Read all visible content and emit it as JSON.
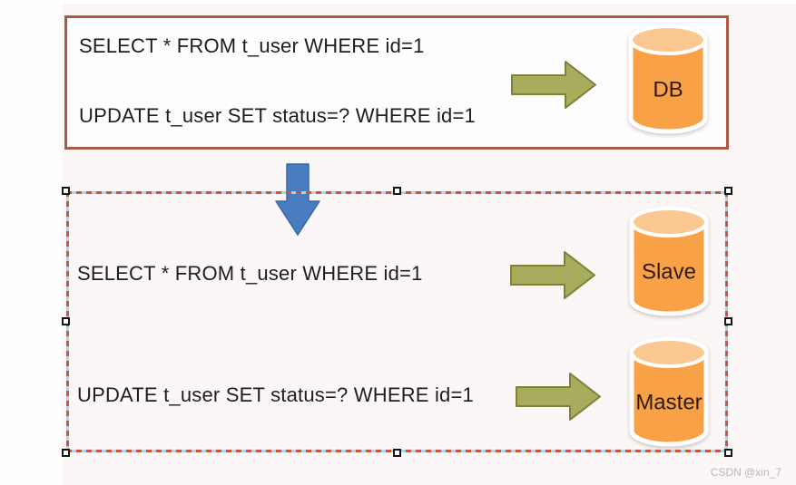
{
  "top_box": {
    "select_query": "SELECT * FROM t_user WHERE id=1",
    "update_query": "UPDATE t_user SET status=? WHERE id=1",
    "database_label": "DB"
  },
  "bottom_box": {
    "select_query": "SELECT * FROM t_user WHERE id=1",
    "update_query": "UPDATE t_user SET status=? WHERE id=1",
    "slave_label": "Slave",
    "master_label": "Master"
  },
  "watermark": "CSDN @xin_7",
  "colors": {
    "top_box_border": "#ab5a43",
    "selection_dash_red": "#d05340",
    "selection_dash_blue": "#a9d5e8",
    "arrow_olive_fill": "#a9ac5d",
    "arrow_olive_stroke": "#7e8139",
    "arrow_blue_fill": "#4a7dbf",
    "arrow_blue_stroke": "#3a67a6",
    "cylinder_body": "#f9a147",
    "cylinder_top": "#fcc892",
    "cylinder_label_text": "#2d1b10",
    "query_text": "#1e1e1e"
  }
}
